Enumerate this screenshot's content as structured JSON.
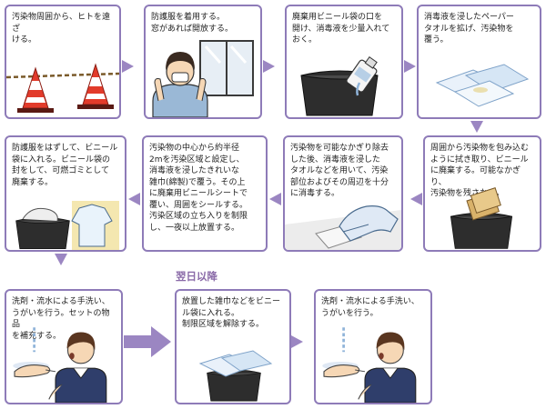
{
  "next_day_label": "翌日以降",
  "colors": {
    "accent": "#8e7bb8",
    "arrow": "#9b86c2",
    "heading": "#8a6aa8"
  },
  "steps": [
    {
      "text": "汚染物周囲から、ヒトを遠ざ\nける。",
      "icon": "traffic-cones-rope"
    },
    {
      "text": "防護服を着用する。\n窓があれば開放する。",
      "icon": "person-mask-window"
    },
    {
      "text": "廃棄用ビニール袋の口を\n開け、消毒液を少量入れて\nおく。",
      "icon": "bag-disinfectant"
    },
    {
      "text": "消毒液を浸したペーパー\nタオルを拡げ、汚染物を\n覆う。",
      "icon": "paper-towels"
    },
    {
      "text": "周囲から汚染物を包み込む\nように拭き取り、ビニール\nに廃棄する。可能なかぎり、\n汚染物を残さない。",
      "icon": "bag-waste"
    },
    {
      "text": "汚染物を可能なかぎり除去\nした後、消毒液を浸した\nタオルなどを用いて、汚染\n部位およびその周辺を十分\nに消毒する。",
      "icon": "wiping-hand"
    },
    {
      "text": "汚染物の中心から約半径\n2mを汚染区域と設定し、\n消毒液を浸したきれいな\n雑巾(綿製)で覆う。その上\nに廃棄用ビニールシートで\n覆い、周囲をシールする。\n汚染区域の立ち入りを制限\nし、一夜以上放置する。",
      "icon": "none"
    },
    {
      "text": "防護服をはずして、ビニール\n袋に入れる。ビニール袋の\n封をして、可燃ゴミとして\n廃棄する。",
      "icon": "bag-gown"
    },
    {
      "text": "洗剤・流水による手洗い、\nうがいを行う。セットの物品\nを補充する。",
      "icon": "person-handwash"
    },
    {
      "text": "放置した雑巾などをビニー\nル袋に入れる。\n制限区域を解除する。",
      "icon": "bag-cloths"
    },
    {
      "text": "洗剤・流水による手洗い、\nうがいを行う。",
      "icon": "person-handwash"
    }
  ]
}
